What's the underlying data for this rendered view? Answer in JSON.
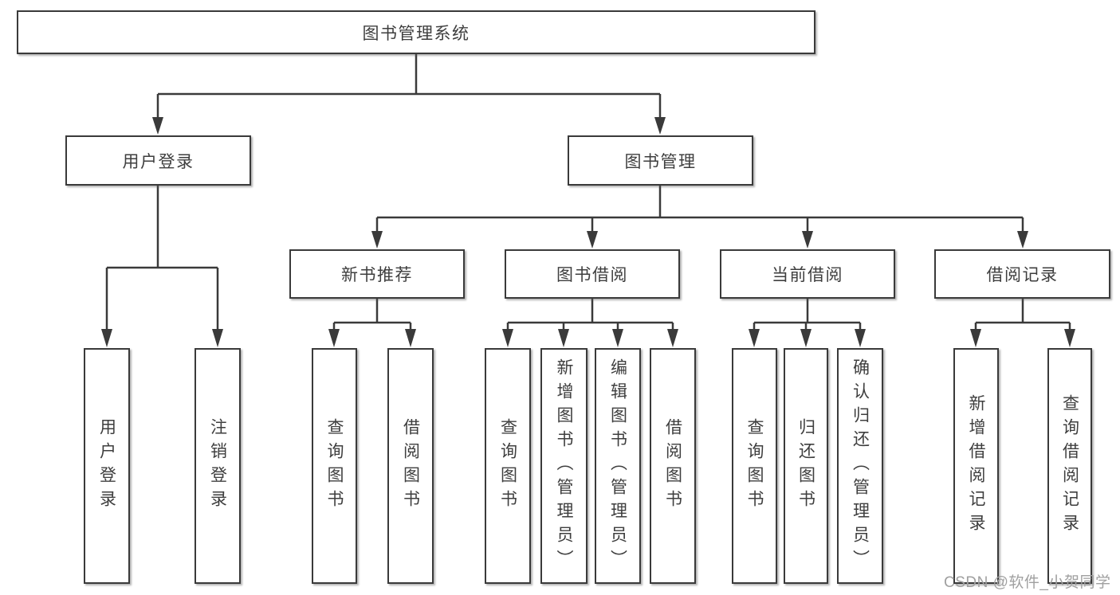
{
  "diagram": {
    "root": {
      "label": "图书管理系统"
    },
    "branches": [
      {
        "label": "用户登录",
        "children": [
          {
            "label": "用户登录"
          },
          {
            "label": "注销登录"
          }
        ]
      },
      {
        "label": "图书管理",
        "children": [
          {
            "label": "新书推荐",
            "children": [
              {
                "label": "查询图书"
              },
              {
                "label": "借阅图书"
              }
            ]
          },
          {
            "label": "图书借阅",
            "children": [
              {
                "label": "查询图书"
              },
              {
                "label": "新增图书（管理员）"
              },
              {
                "label": "编辑图书（管理员）"
              },
              {
                "label": "借阅图书"
              }
            ]
          },
          {
            "label": "当前借阅",
            "children": [
              {
                "label": "查询图书"
              },
              {
                "label": "归还图书"
              },
              {
                "label": "确认归还（管理员）"
              }
            ]
          },
          {
            "label": "借阅记录",
            "children": [
              {
                "label": "新增借阅记录"
              },
              {
                "label": "查询借阅记录"
              }
            ]
          }
        ]
      }
    ]
  },
  "watermark": {
    "text": "CSDN @软件_小贺同学"
  },
  "colors": {
    "line": "#3a3a3a",
    "text": "#3e3e3e",
    "box_background": "#ffffff",
    "watermark": "#a0a0a0"
  }
}
